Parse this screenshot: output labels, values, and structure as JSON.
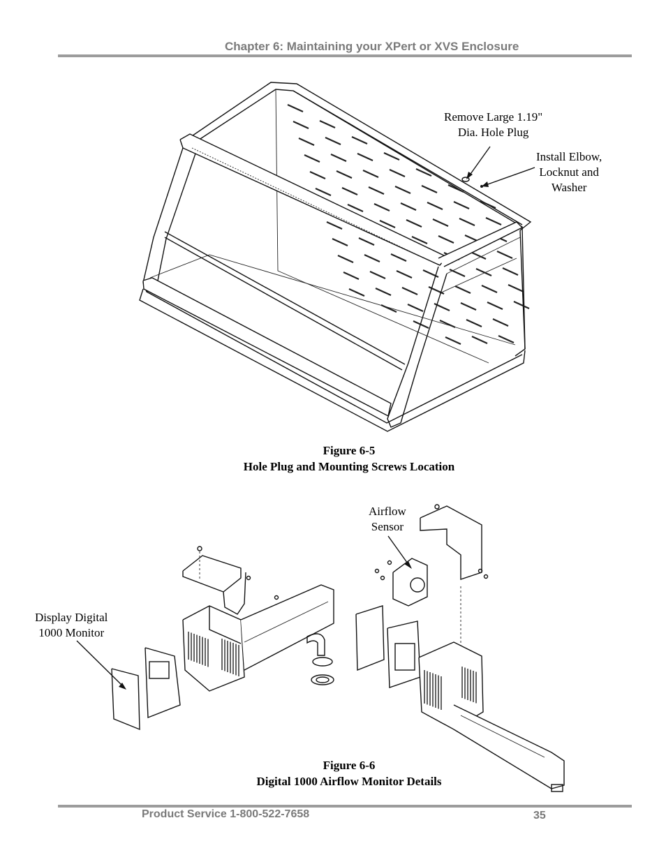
{
  "header": {
    "title": "Chapter 6: Maintaining your XPert or XVS Enclosure"
  },
  "figure1": {
    "label": "Figure 6-5",
    "title": "Hole Plug and Mounting Screws Location",
    "callouts": {
      "hole_plug": [
        "Remove Large 1.19\"",
        "Dia. Hole Plug"
      ],
      "elbow": [
        "Install Elbow,",
        "Locknut and",
        "Washer"
      ]
    }
  },
  "figure2": {
    "label": "Figure 6-6",
    "title": "Digital 1000 Airflow Monitor Details",
    "callouts": {
      "sensor": [
        "Airflow",
        "Sensor"
      ],
      "monitor": [
        "Display Digital",
        "1000 Monitor"
      ]
    }
  },
  "footer": {
    "service": "Product Service 1-800-522-7658",
    "page_number": "35"
  }
}
